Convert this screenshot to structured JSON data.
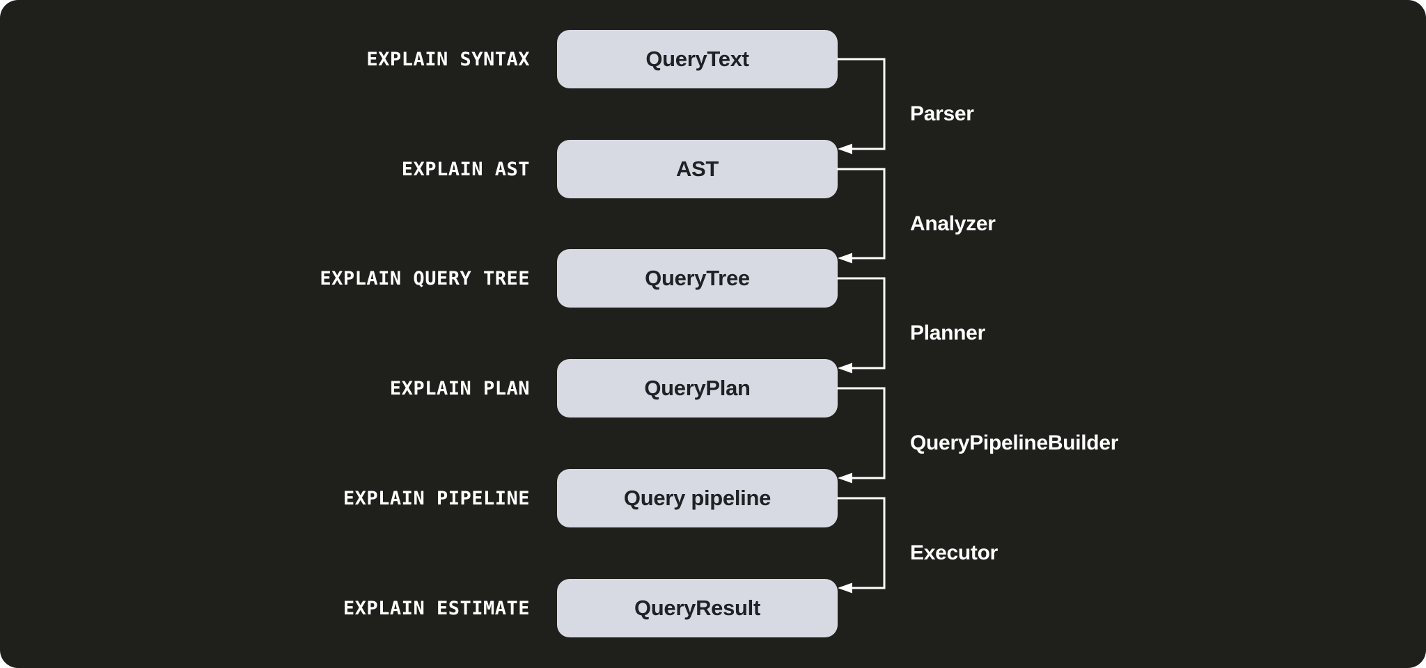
{
  "diagram": {
    "colors": {
      "background": "#1f201b",
      "box_fill": "#d7dae2",
      "box_text": "#1f2125",
      "line": "#ffffff",
      "label_text": "#ffffff"
    },
    "rows": [
      {
        "command": "EXPLAIN SYNTAX",
        "artifact": "QueryText"
      },
      {
        "command": "EXPLAIN AST",
        "artifact": "AST"
      },
      {
        "command": "EXPLAIN QUERY TREE",
        "artifact": "QueryTree"
      },
      {
        "command": "EXPLAIN PLAN",
        "artifact": "QueryPlan"
      },
      {
        "command": "EXPLAIN PIPELINE",
        "artifact": "Query pipeline"
      },
      {
        "command": "EXPLAIN ESTIMATE",
        "artifact": "QueryResult"
      }
    ],
    "stages": [
      {
        "label": "Parser"
      },
      {
        "label": "Analyzer"
      },
      {
        "label": "Planner"
      },
      {
        "label": "QueryPipelineBuilder"
      },
      {
        "label": "Executor"
      }
    ]
  }
}
